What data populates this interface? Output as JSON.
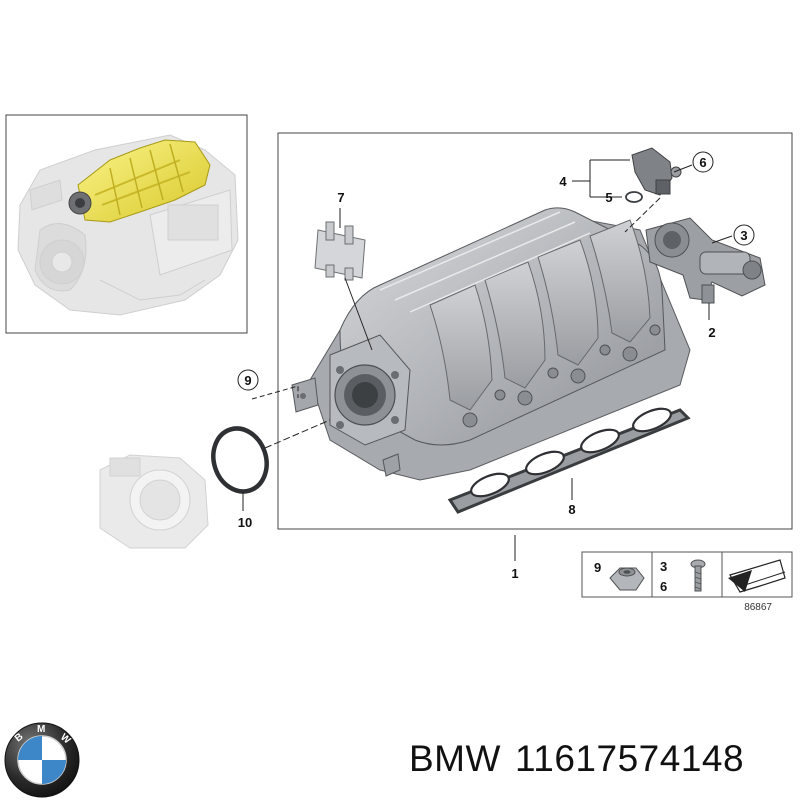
{
  "diagram": {
    "callouts": {
      "c1": "1",
      "c2": "2",
      "c3": "3",
      "c4": "4",
      "c5": "5",
      "c6": "6",
      "c7": "7",
      "c8": "8",
      "c9": "9",
      "c10": "10"
    },
    "legend": {
      "nut_label": "9",
      "bolt_label_top": "3",
      "bolt_label_bottom": "6"
    },
    "reference_number": "86867"
  },
  "footer": {
    "brand": "BMW",
    "part_number": "11617574148"
  },
  "colors": {
    "highlight": "#f2e64a",
    "part_gray": "#b9bcc0",
    "ghost_gray": "#e2e2e2",
    "logo_blue": "#3d87c9"
  }
}
